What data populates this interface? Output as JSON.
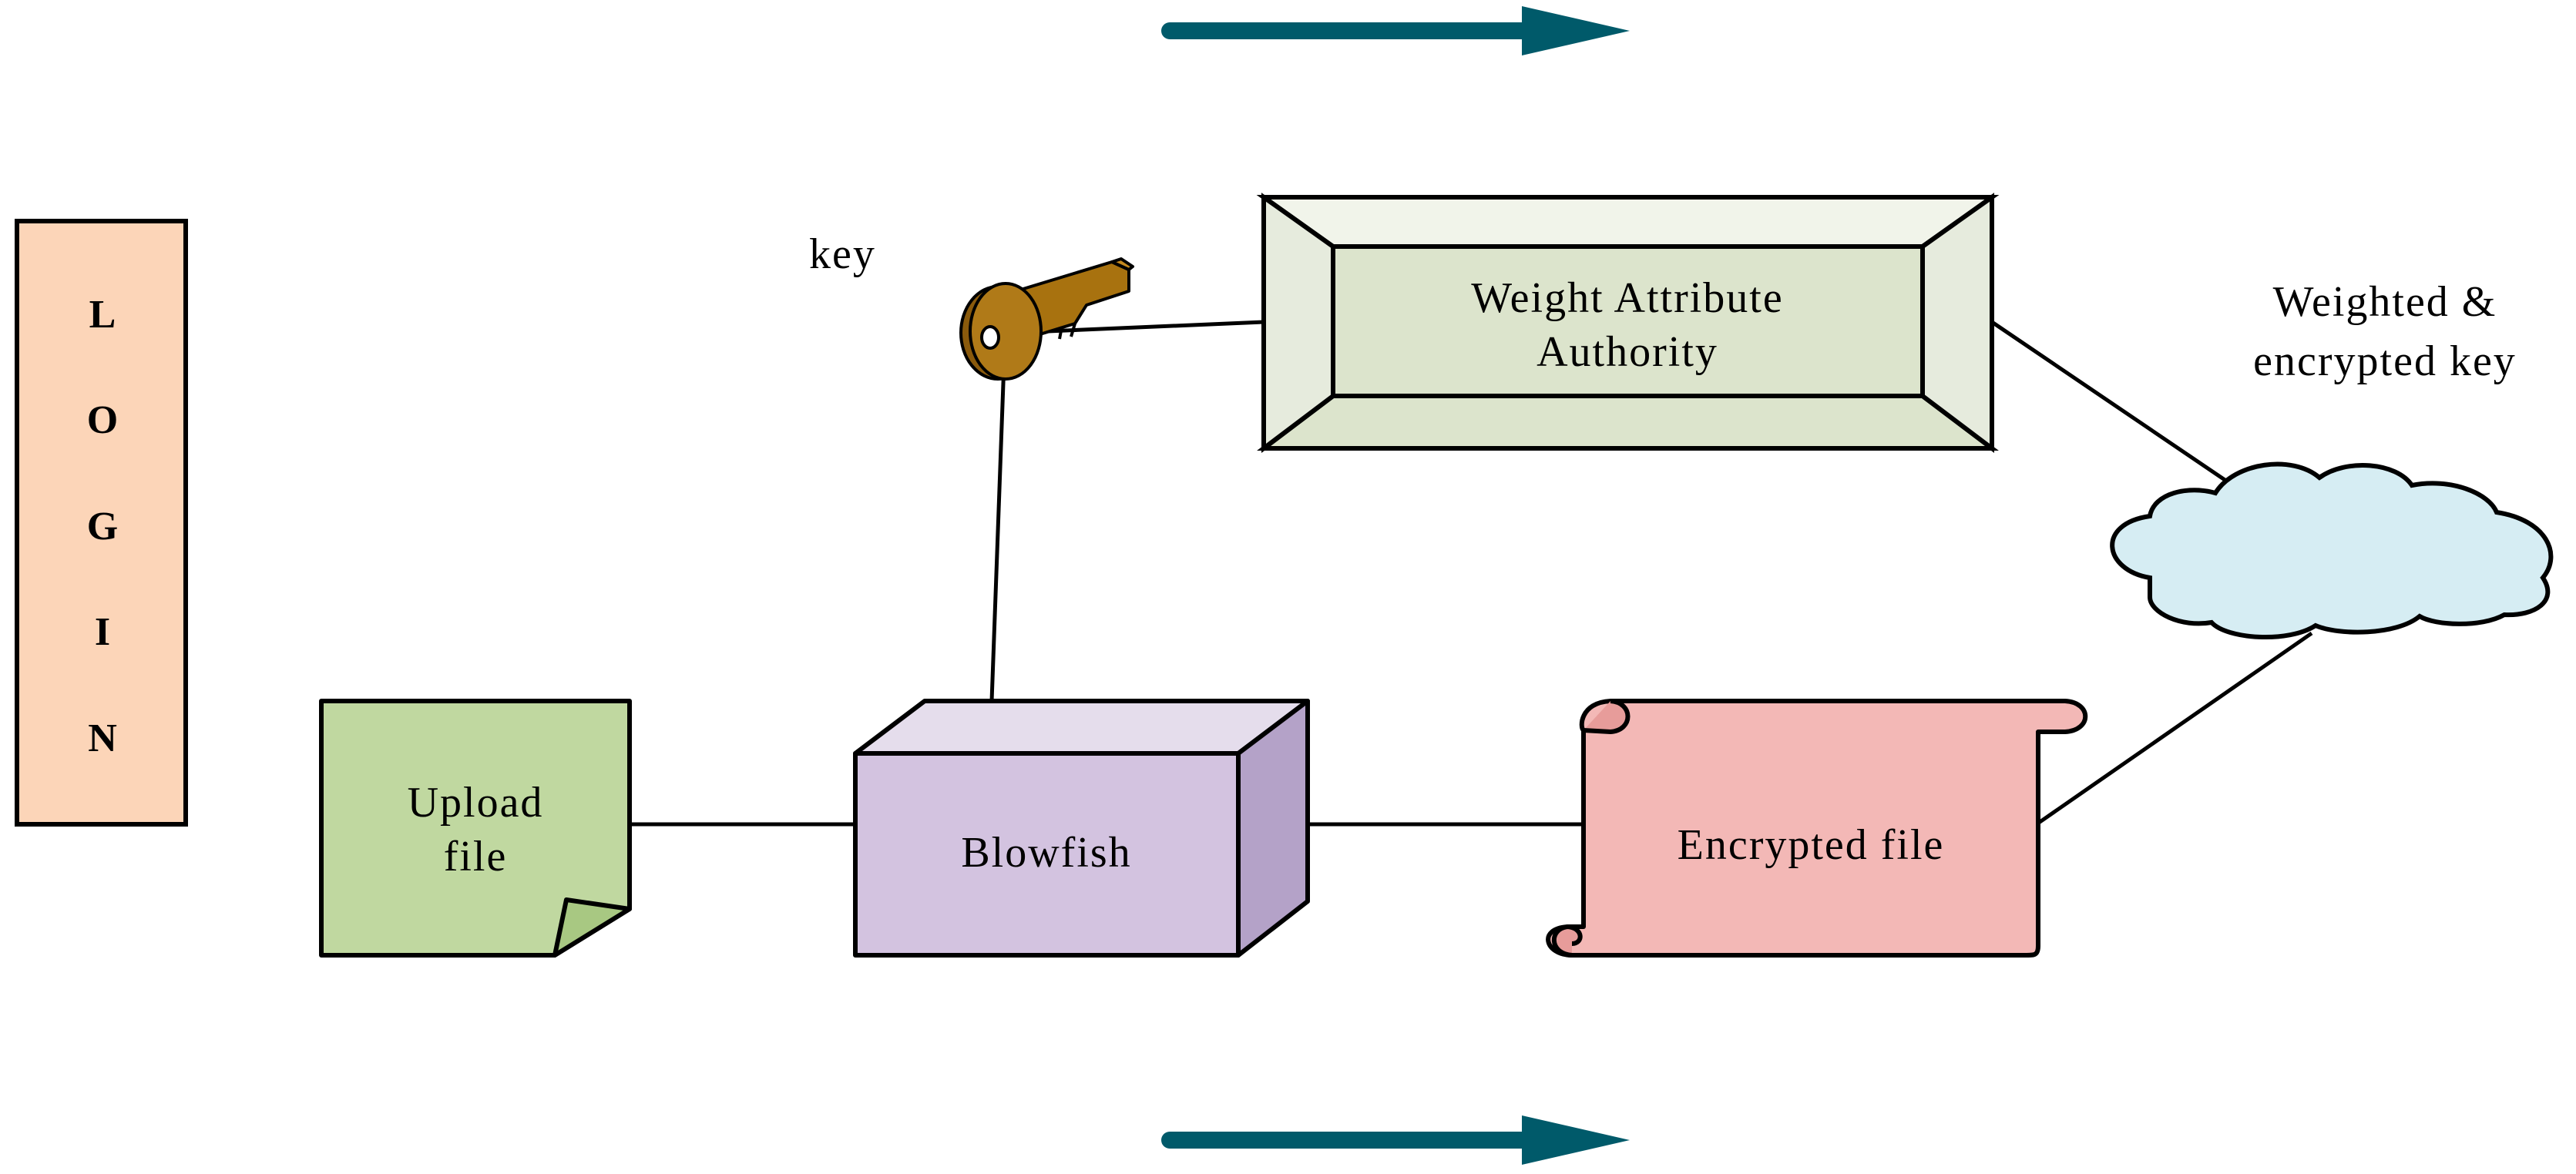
{
  "login": {
    "letters": [
      "L",
      "O",
      "G",
      "I",
      "N"
    ],
    "color": "#FCD5B8"
  },
  "key": {
    "label": "key",
    "color": "#A8720F"
  },
  "authority": {
    "line1": "Weight Attribute",
    "line2": "Authority",
    "color": "#DCE4CC"
  },
  "cloud": {
    "line1": "Weighted &",
    "line2": "encrypted key",
    "color": "#D6EDF3"
  },
  "upload": {
    "line1": "Upload",
    "line2": "file",
    "color": "#C0D8A0"
  },
  "blowfish": {
    "label": "Blowfish",
    "color": "#D3C3E0"
  },
  "encrypted": {
    "label": "Encrypted file",
    "color": "#F3B8B6"
  },
  "arrow_color": "#005A6A"
}
